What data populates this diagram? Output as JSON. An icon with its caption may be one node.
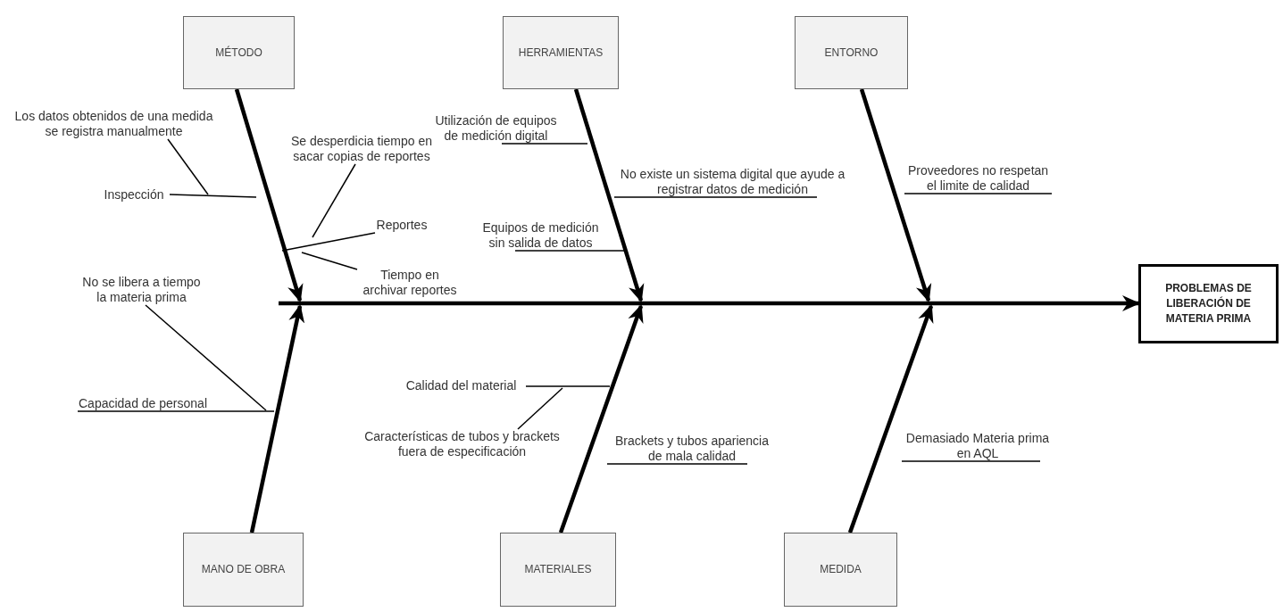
{
  "diagram": {
    "nodes": [
      {
        "text": [
          "MÉTODO"
        ]
      },
      {
        "text": [
          "HERRAMIENTAS"
        ]
      },
      {
        "text": [
          "ENTORNO"
        ]
      },
      {
        "text": [
          "MANO DE OBRA"
        ]
      },
      {
        "text": [
          "MATERIALES"
        ]
      },
      {
        "text": [
          "MEDIDA"
        ]
      },
      {
        "text": [
          "PROBLEMAS DE LIBERACIÓN DE MATERIA PRIMA"
        ]
      },
      {
        "text": [
          "Los datos obtenidos de una medida se registra manualmente"
        ]
      },
      {
        "text": [
          "Inspección"
        ]
      },
      {
        "text": [
          "Se desperdicia tiempo en sacar copias de reportes"
        ]
      },
      {
        "text": [
          "Reportes"
        ]
      },
      {
        "text": [
          "Tiempo en archivar reportes"
        ]
      },
      {
        "text": [
          "Utilización de equipos de medición digital"
        ]
      },
      {
        "text": [
          "No existe un sistema digital que ayude a registrar datos de medición"
        ]
      },
      {
        "text": [
          "Equipos de medición sin salida de datos"
        ]
      },
      {
        "text": [
          "Proveedores no respetan el limite de calidad"
        ]
      },
      {
        "text": [
          "No se libera a tiempo la materia prima"
        ]
      },
      {
        "text": [
          "Capacidad de personal"
        ]
      },
      {
        "text": [
          "Calidad del material"
        ]
      },
      {
        "text": [
          "Características de tubos y brackets fuera de especificación"
        ]
      },
      {
        "text": [
          "Brackets y tubos apariencia de mala calidad"
        ]
      },
      {
        "text": [
          "Demasiado Materia prima en AQL"
        ]
      }
    ],
    "edges": [
      {
        "from": null,
        "to": 6,
        "arrow": "to",
        "style": "thick"
      },
      {
        "from": 0,
        "to": null,
        "arrow": "to",
        "style": "thick"
      },
      {
        "from": 1,
        "to": null,
        "arrow": "to",
        "style": "thick"
      },
      {
        "from": 2,
        "to": null,
        "arrow": "to",
        "style": "thick"
      },
      {
        "from": 3,
        "to": null,
        "arrow": "to",
        "style": "thick"
      },
      {
        "from": 4,
        "to": null,
        "arrow": "to",
        "style": "thick"
      },
      {
        "from": 5,
        "to": null,
        "arrow": "to",
        "style": "thick"
      },
      {
        "from": 7,
        "to": null,
        "arrow": "none"
      },
      {
        "from": 8,
        "to": null,
        "arrow": "none"
      },
      {
        "from": 9,
        "to": null,
        "arrow": "none"
      },
      {
        "from": 10,
        "to": null,
        "arrow": "none"
      },
      {
        "from": 11,
        "to": null,
        "arrow": "none"
      },
      {
        "from": 12,
        "to": null,
        "arrow": "none"
      },
      {
        "from": 13,
        "to": null,
        "arrow": "none"
      },
      {
        "from": 14,
        "to": null,
        "arrow": "none"
      },
      {
        "from": 15,
        "to": null,
        "arrow": "none"
      },
      {
        "from": 16,
        "to": null,
        "arrow": "none"
      },
      {
        "from": 17,
        "to": null,
        "arrow": "none"
      },
      {
        "from": 18,
        "to": null,
        "arrow": "none"
      },
      {
        "from": 19,
        "to": null,
        "arrow": "none"
      },
      {
        "from": 20,
        "to": null,
        "arrow": "none"
      },
      {
        "from": 21,
        "to": null,
        "arrow": "none"
      }
    ]
  }
}
